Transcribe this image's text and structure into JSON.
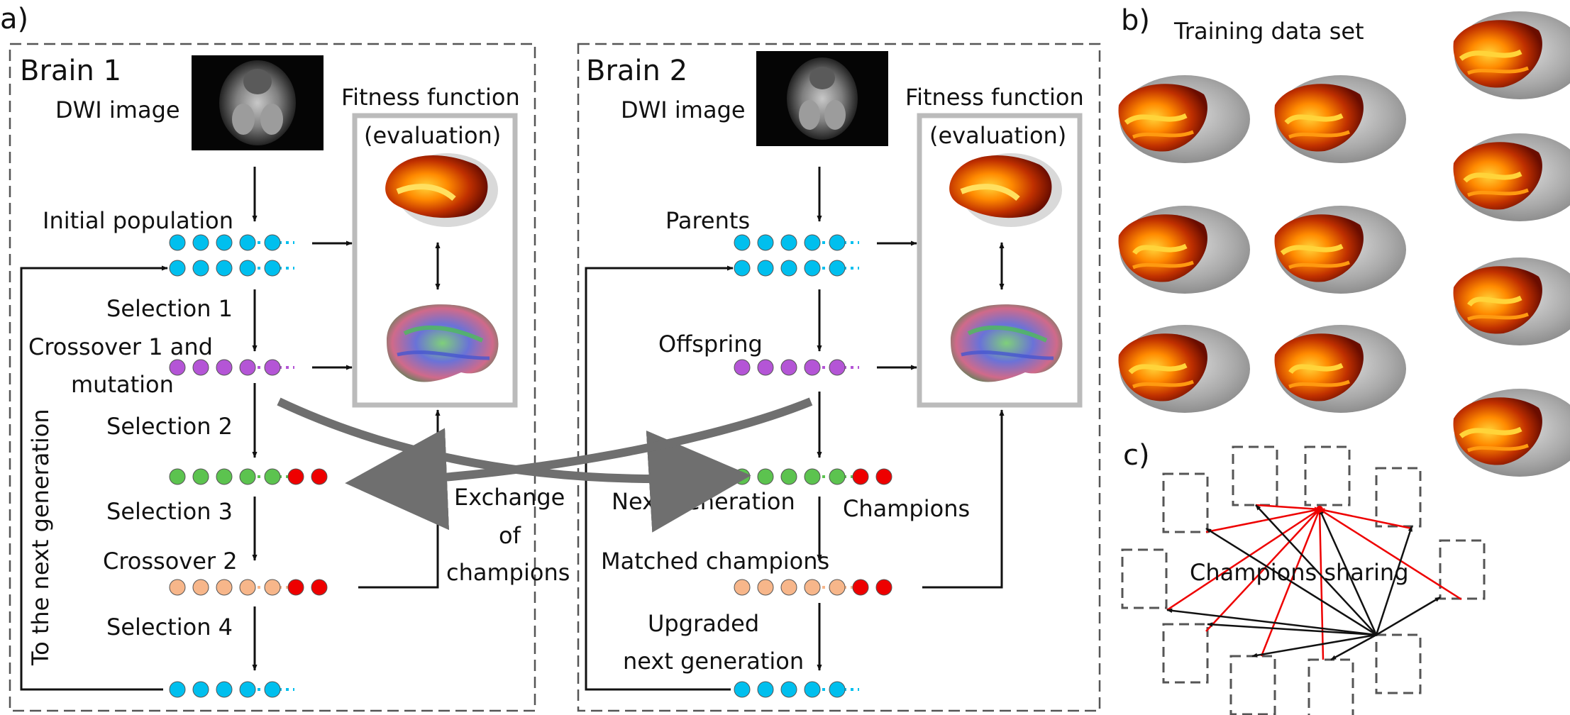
{
  "panel_a": {
    "label": "a)",
    "exchange_label": [
      "Exchange",
      "of",
      "champions"
    ],
    "vertical_label": "To the next generation",
    "brain1": {
      "title": "Brain 1",
      "dwi_label": "DWI image",
      "fitness_title": "Fitness function",
      "fitness_sub": "(evaluation)",
      "steps": {
        "initial": "Initial population",
        "selection1": "Selection 1",
        "crossover1_a": "Crossover 1 and",
        "crossover1_b": "mutation",
        "selection2": "Selection 2",
        "selection3": "Selection 3",
        "crossover2": "Crossover 2",
        "selection4": "Selection 4"
      }
    },
    "brain2": {
      "title": "Brain 2",
      "dwi_label": "DWI image",
      "fitness_title": "Fitness function",
      "fitness_sub": "(evaluation)",
      "steps": {
        "parents": "Parents",
        "offspring": "Offspring",
        "next_generation": "Next generation",
        "champions": "Champions",
        "matched": "Matched champions",
        "upgraded_a": "Upgraded",
        "upgraded_b": "next generation"
      }
    }
  },
  "panel_b": {
    "label": "b)",
    "title": "Training data set"
  },
  "panel_c": {
    "label": "c)",
    "title": "Champions sharing"
  },
  "colors": {
    "cyan": "#00bfee",
    "purple": "#b455d6",
    "green": "#5cc34f",
    "red": "#ee0000",
    "peach": "#f7b68a",
    "frame_gray": "#bbbbbb",
    "exchange_arrow": "#6f6f6f",
    "dash_gray": "#555555"
  }
}
